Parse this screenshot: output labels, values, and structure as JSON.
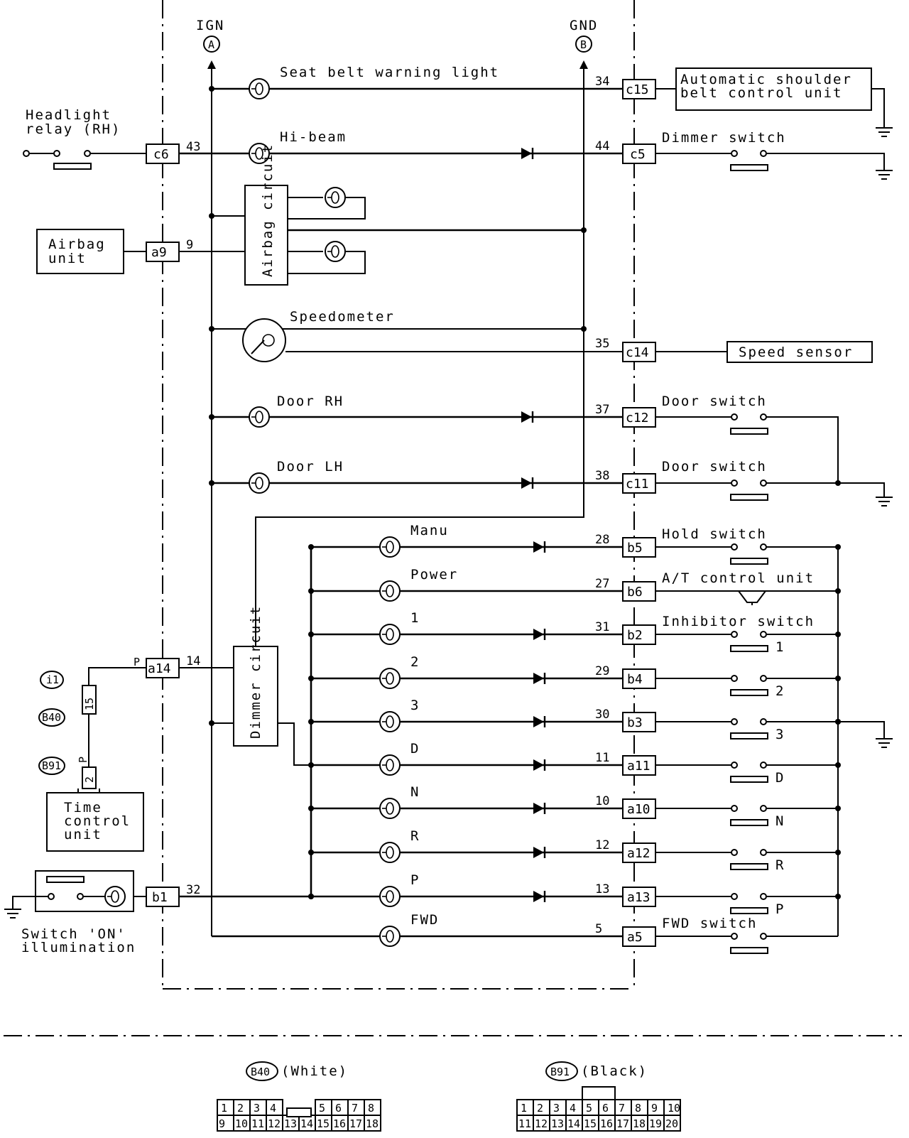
{
  "top_terminals": {
    "ign": "IGN",
    "ign_letter": "A",
    "gnd": "GND",
    "gnd_letter": "B"
  },
  "left_components": {
    "headlight_relay": [
      "Headlight",
      "relay (RH)"
    ],
    "airbag_unit": [
      "Airbag",
      "unit"
    ],
    "time_control_unit": [
      "Time",
      "control",
      "unit"
    ],
    "switch_illumination": [
      "Switch 'ON'",
      "illumination"
    ]
  },
  "circuits": {
    "airbag": "Airbag circuit",
    "dimmer": "Dimmer circuit"
  },
  "left_connectors": [
    {
      "id": "c6",
      "pin": "43"
    },
    {
      "id": "a9",
      "pin": "9"
    },
    {
      "id": "a14",
      "pin": "14",
      "wire": "P"
    },
    {
      "id": "b1",
      "pin": "32"
    }
  ],
  "indicators": [
    {
      "label": "Seat belt warning light",
      "connector": "c15",
      "pin": "34"
    },
    {
      "label": "Hi-beam",
      "connector": "c5",
      "pin": "44"
    },
    {
      "label": "Speedometer",
      "connector": "c14",
      "pin": "35"
    },
    {
      "label": "Door RH",
      "connector": "c12",
      "pin": "37"
    },
    {
      "label": "Door LH",
      "connector": "c11",
      "pin": "38"
    },
    {
      "label": "Manu",
      "connector": "b5",
      "pin": "28"
    },
    {
      "label": "Power",
      "connector": "b6",
      "pin": "27"
    },
    {
      "label": "1",
      "connector": "b2",
      "pin": "31"
    },
    {
      "label": "2",
      "connector": "b4",
      "pin": "29"
    },
    {
      "label": "3",
      "connector": "b3",
      "pin": "30"
    },
    {
      "label": "D",
      "connector": "a11",
      "pin": "11"
    },
    {
      "label": "N",
      "connector": "a10",
      "pin": "10"
    },
    {
      "label": "R",
      "connector": "a12",
      "pin": "12"
    },
    {
      "label": "P",
      "connector": "a13",
      "pin": "13"
    },
    {
      "label": "FWD",
      "connector": "a5",
      "pin": "5"
    }
  ],
  "right_components": {
    "shoulder_belt": [
      "Automatic shoulder",
      "belt control unit"
    ],
    "dimmer_switch": "Dimmer switch",
    "speed_sensor": "Speed sensor",
    "door_switch_1": "Door switch",
    "door_switch_2": "Door switch",
    "hold_switch": "Hold switch",
    "at_control": "A/T control unit",
    "inhibitor_switch": "Inhibitor switch",
    "fwd_switch": "FWD switch"
  },
  "inhibitor_positions": [
    "1",
    "2",
    "3",
    "D",
    "N",
    "R",
    "P"
  ],
  "harness_tags": {
    "i1": "i1",
    "b40": "B40",
    "b91": "B91",
    "pin15": "15",
    "pin2": "2",
    "wire_p": "P"
  },
  "connector_views": [
    {
      "id": "B40",
      "color": "(White)",
      "row1": [
        "1",
        "2",
        "3",
        "4",
        "5",
        "6",
        "7",
        "8"
      ],
      "row2": [
        "9",
        "10",
        "11",
        "12",
        "13",
        "14",
        "15",
        "16",
        "17",
        "18"
      ]
    },
    {
      "id": "B91",
      "color": "(Black)",
      "row1": [
        "1",
        "2",
        "3",
        "4",
        "5",
        "6",
        "7",
        "8",
        "9",
        "10"
      ],
      "row2": [
        "11",
        "12",
        "13",
        "14",
        "15",
        "16",
        "17",
        "18",
        "19",
        "20"
      ]
    }
  ]
}
